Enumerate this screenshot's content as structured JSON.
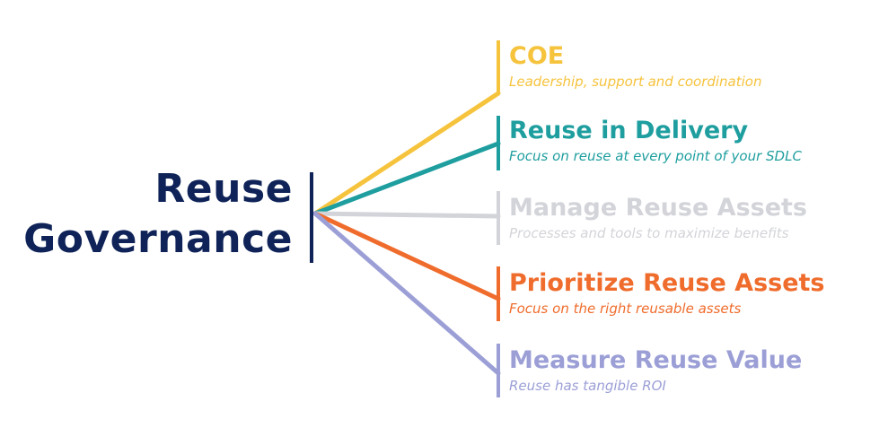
{
  "root": {
    "line1": "Reuse",
    "line2": "Governance",
    "color": "#0f2358"
  },
  "branches": [
    {
      "title": "COE",
      "subtitle": "Leadership, support and coordination",
      "color": "#f6c33d"
    },
    {
      "title": "Reuse in Delivery",
      "subtitle": "Focus on reuse at every point of your SDLC",
      "color": "#1f9e9f"
    },
    {
      "title": "Manage Reuse Assets",
      "subtitle": "Processes and tools to maximize benefits",
      "color": "#d3d4d9"
    },
    {
      "title": "Prioritize Reuse Assets",
      "subtitle": "Focus on the right reusable assets",
      "color": "#ef6c2c"
    },
    {
      "title": "Measure Reuse Value",
      "subtitle": "Reuse has tangible ROI",
      "color": "#9b9fd6"
    }
  ]
}
